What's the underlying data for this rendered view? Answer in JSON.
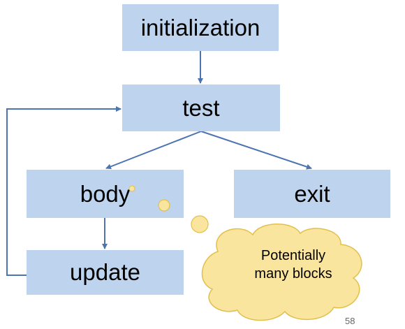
{
  "nodes": {
    "initialization": "initialization",
    "test": "test",
    "body": "body",
    "exit": "exit",
    "update": "update"
  },
  "callout": {
    "line1": "Potentially",
    "line2": "many blocks"
  },
  "page_number": "58",
  "colors": {
    "node_fill": "#bed4ee",
    "edge": "#4b74b0",
    "cloud_fill": "#fae59e",
    "cloud_stroke": "#e2bf4c"
  }
}
